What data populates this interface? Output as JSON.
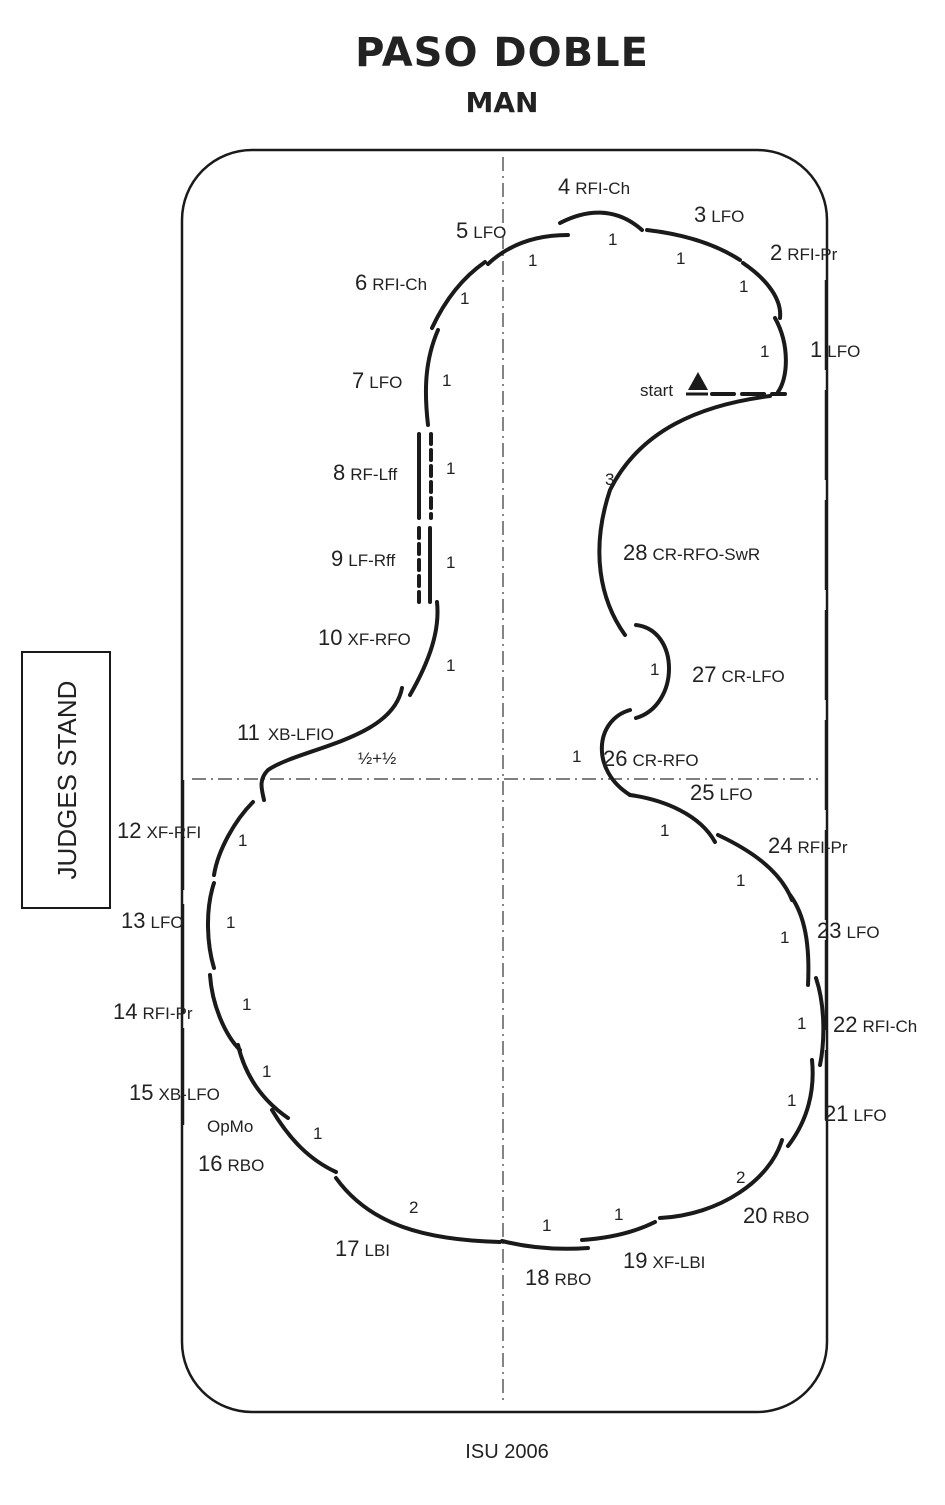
{
  "title": "PASO DOBLE",
  "subtitle": "MAN",
  "judges_label": "JUDGES STAND",
  "footer": "ISU 2006",
  "start_label": "start",
  "notes": [
    "OpMo",
    "½+½"
  ],
  "steps": [
    {
      "num": "1",
      "code": "LFO",
      "beat": "1"
    },
    {
      "num": "2",
      "code": "RFI-Pr",
      "beat": "1"
    },
    {
      "num": "3",
      "code": "LFO",
      "beat": "1"
    },
    {
      "num": "4",
      "code": "RFI-Ch",
      "beat": "1"
    },
    {
      "num": "5",
      "code": "LFO",
      "beat": "1"
    },
    {
      "num": "6",
      "code": "RFI-Ch",
      "beat": "1"
    },
    {
      "num": "7",
      "code": "LFO",
      "beat": "1"
    },
    {
      "num": "8",
      "code": "RF-Lff",
      "beat": "1"
    },
    {
      "num": "9",
      "code": "LF-Rff",
      "beat": "1"
    },
    {
      "num": "10",
      "code": "XF-RFO",
      "beat": "1"
    },
    {
      "num": "11",
      "code": "XB-LFIO",
      "beat": "½+½"
    },
    {
      "num": "12",
      "code": "XF-RFI",
      "beat": "1"
    },
    {
      "num": "13",
      "code": "LFO",
      "beat": "1"
    },
    {
      "num": "14",
      "code": "RFI-Pr",
      "beat": "1"
    },
    {
      "num": "15",
      "code": "XB-LFO",
      "beat": "1"
    },
    {
      "num": "16",
      "code": "RBO",
      "beat": "1"
    },
    {
      "num": "17",
      "code": "LBI",
      "beat": "2"
    },
    {
      "num": "18",
      "code": "RBO",
      "beat": "1"
    },
    {
      "num": "19",
      "code": "XF-LBI",
      "beat": "1"
    },
    {
      "num": "20",
      "code": "RBO",
      "beat": "2"
    },
    {
      "num": "21",
      "code": "LFO",
      "beat": "1"
    },
    {
      "num": "22",
      "code": "RFI-Ch",
      "beat": "1"
    },
    {
      "num": "23",
      "code": "LFO",
      "beat": "1"
    },
    {
      "num": "24",
      "code": "RFI-Pr",
      "beat": "1"
    },
    {
      "num": "25",
      "code": "LFO",
      "beat": "1"
    },
    {
      "num": "26",
      "code": "CR-RFO",
      "beat": "1"
    },
    {
      "num": "27",
      "code": "CR-LFO",
      "beat": "1"
    },
    {
      "num": "28",
      "code": "CR-RFO-SwR",
      "beat": "3"
    }
  ]
}
